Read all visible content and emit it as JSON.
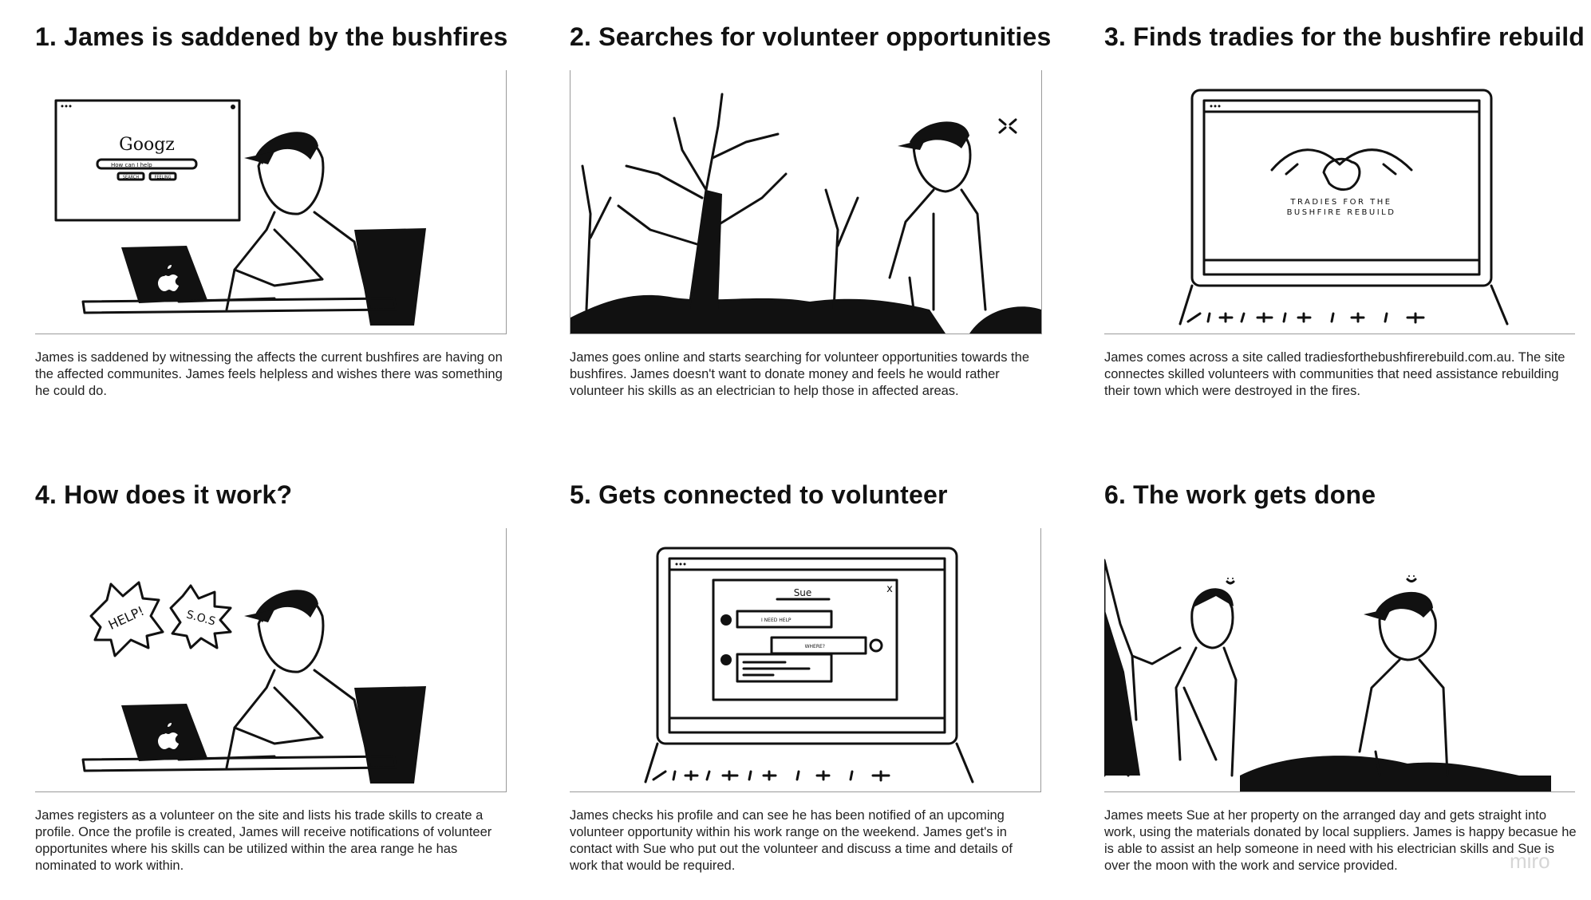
{
  "panels": [
    {
      "title": "1. James is saddened by the bushfires",
      "caption": "James is saddened by witnessing the affects the current bushfires are having on the affected communites. James feels helpless and wishes there was something he could do.",
      "browser_logo": "Googz",
      "search_text": "How can I help",
      "search_buttons": [
        "SEARCH",
        "FEELING"
      ]
    },
    {
      "title": "2.  Searches for volunteer opportunities",
      "caption": "James goes online and starts searching for volunteer opportunities towards the bushfires. James doesn't want to donate money and feels he would rather volunteer his skills as an electrician to help those in affected areas."
    },
    {
      "title": "3. Finds tradies for the bushfire rebuild",
      "caption": "James comes across a site called tradiesforthebushfirerebuild.com.au. The site connectes skilled volunteers with communities that need assistance rebuilding their town which were destroyed in the fires.",
      "logo_line1": "TRADIES FOR THE",
      "logo_line2": "BUSHFIRE REBUILD"
    },
    {
      "title": "4. How does it work?",
      "caption": "James registers as a volunteer on the site and lists his trade skills to create a profile. Once the profile is created, James will receive notifications of volunteer opportunites where his skills can be utilized within the area range he has nominated to work within.",
      "bubble1": "HELP!",
      "bubble2": "S.O.S"
    },
    {
      "title": "5. Gets connected to volunteer",
      "caption": "James checks his profile and can see he has been notified of an upcoming volunteer opportunity within his work range on the weekend. James get's in contact with Sue who put out the volunteer and discuss a time and details of work that would be required.",
      "chat_name": "Sue",
      "chat_close": "x",
      "msg1": "I NEED HELP",
      "msg2": "WHERE?"
    },
    {
      "title": "6. The work gets done",
      "caption": "James meets Sue at her property on the arranged day and gets straight into work, using the materials donated by local suppliers. James is happy becasue he is able to assist an help someone in need with his electrician skills and Sue is over the moon with the work and service provided."
    }
  ],
  "watermark": "miro",
  "colors": {
    "ink": "#111111",
    "frame_line": "#9a9a9a",
    "caption": "#222222",
    "watermark": "#d6d6d6"
  },
  "icons": [
    "apple-logo-icon",
    "australia-hands-logo-icon",
    "anger-mark-icon",
    "smile-icon"
  ]
}
